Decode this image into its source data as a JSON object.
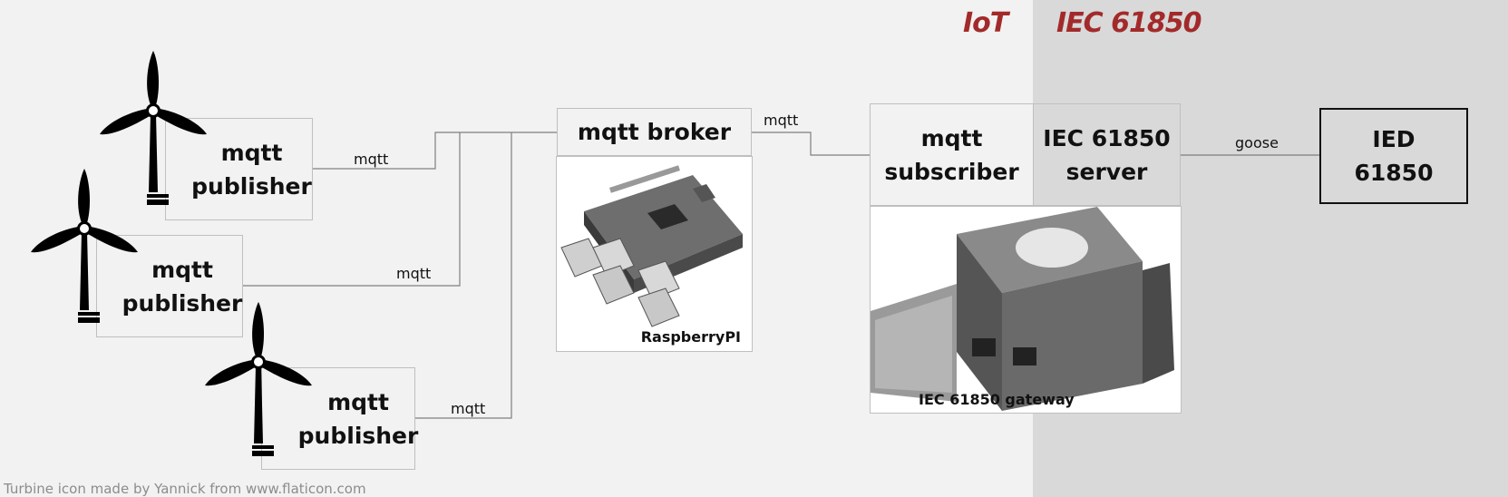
{
  "zones": {
    "iot": {
      "title": "IoT",
      "color": "#a32a2a"
    },
    "iec": {
      "title": "IEC 61850",
      "color": "#a32a2a"
    }
  },
  "nodes": {
    "publisher_1": {
      "line1": "mqtt",
      "line2": "publisher"
    },
    "publisher_2": {
      "line1": "mqtt",
      "line2": "publisher"
    },
    "publisher_3": {
      "line1": "mqtt",
      "line2": "publisher"
    },
    "broker": {
      "label": "mqtt broker",
      "caption": "RaspberryPI"
    },
    "subscriber": {
      "line1": "mqtt",
      "line2": "subscriber"
    },
    "server": {
      "line1": "IEC 61850",
      "line2": "server"
    },
    "gateway": {
      "caption": "IEC 61850 gateway"
    },
    "ied": {
      "line1": "IED",
      "line2": "61850"
    }
  },
  "edges": [
    {
      "from": "publisher_1",
      "to": "broker",
      "label": "mqtt"
    },
    {
      "from": "publisher_2",
      "to": "broker",
      "label": "mqtt"
    },
    {
      "from": "publisher_3",
      "to": "broker",
      "label": "mqtt"
    },
    {
      "from": "broker",
      "to": "subscriber",
      "label": "mqtt"
    },
    {
      "from": "server",
      "to": "ied",
      "label": "goose"
    }
  ],
  "icons": {
    "turbine": "wind-turbine-icon",
    "raspberry_pi": "raspberry-pi-board-icon",
    "gateway": "iec61850-gateway-device-icon"
  },
  "credit": "Turbine icon made by Yannick from www.flaticon.com"
}
